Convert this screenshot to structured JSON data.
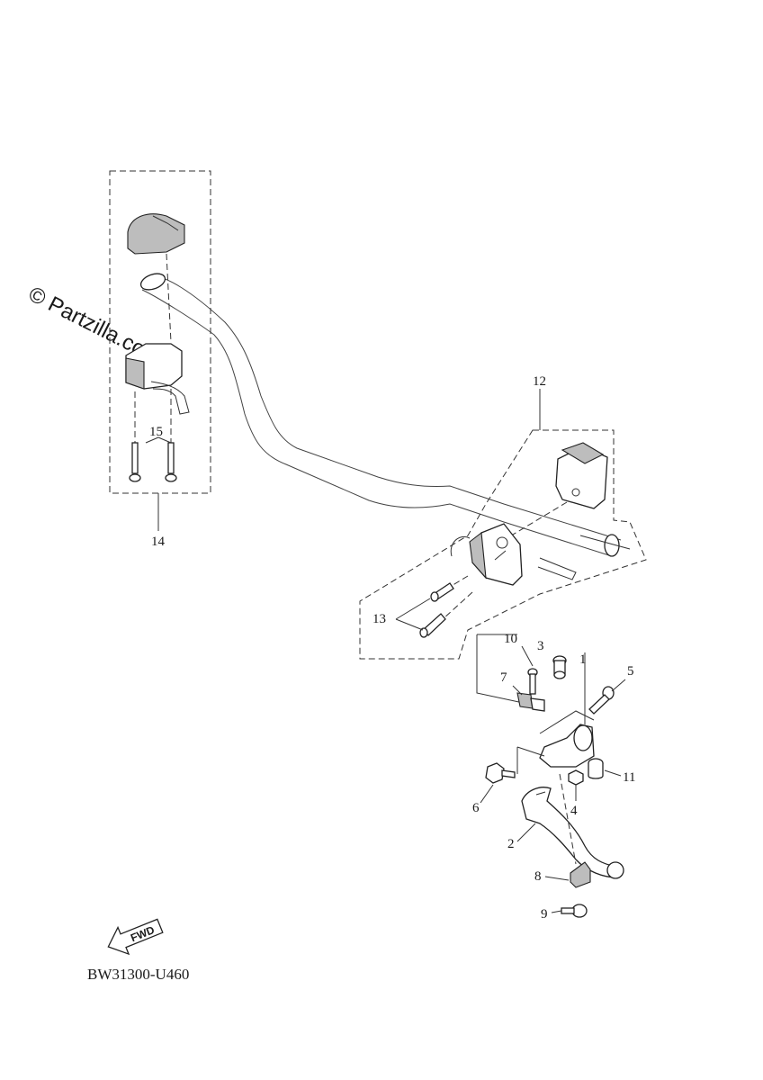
{
  "watermark": "© Partzilla.com",
  "diagram_code": "BW31300-U460",
  "fwd_label": "FWD",
  "callouts": {
    "c1": "1",
    "c2": "2",
    "c3": "3",
    "c4": "4",
    "c5": "5",
    "c6": "6",
    "c7": "7",
    "c8": "8",
    "c9": "9",
    "c10": "10",
    "c11": "11",
    "c12": "12",
    "c13": "13",
    "c14": "14",
    "c15": "15"
  }
}
